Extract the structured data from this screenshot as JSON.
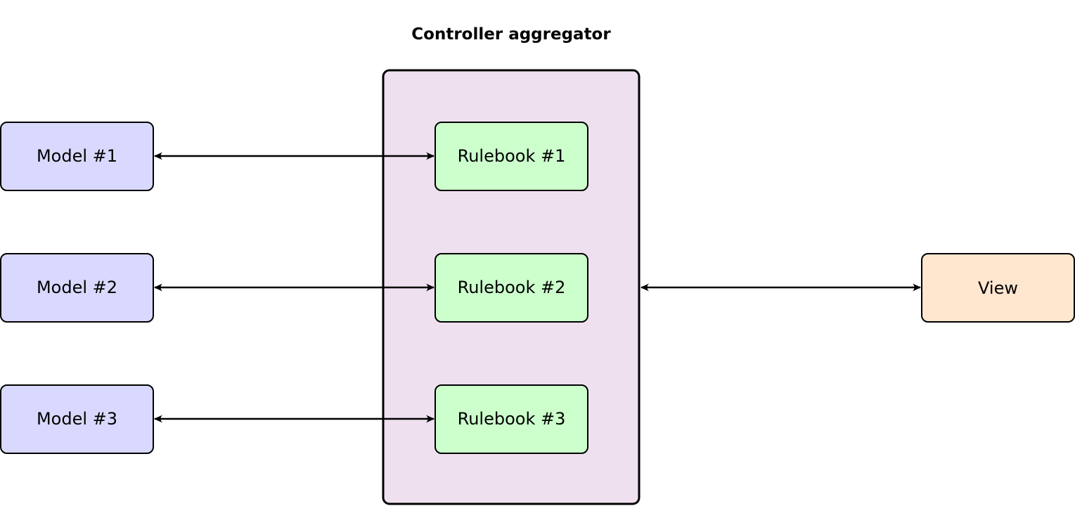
{
  "diagram": {
    "title": "Controller aggregator",
    "models": [
      {
        "label": "Model #1"
      },
      {
        "label": "Model #2"
      },
      {
        "label": "Model #3"
      }
    ],
    "rulebooks": [
      {
        "label": "Rulebook #1"
      },
      {
        "label": "Rulebook #2"
      },
      {
        "label": "Rulebook #3"
      }
    ],
    "view": {
      "label": "View"
    },
    "colors": {
      "model_fill": "#d9d9ff",
      "rulebook_fill": "#ccffcc",
      "aggregator_fill": "#efe0f0",
      "view_fill": "#ffe6cf",
      "stroke": "#000000"
    }
  }
}
